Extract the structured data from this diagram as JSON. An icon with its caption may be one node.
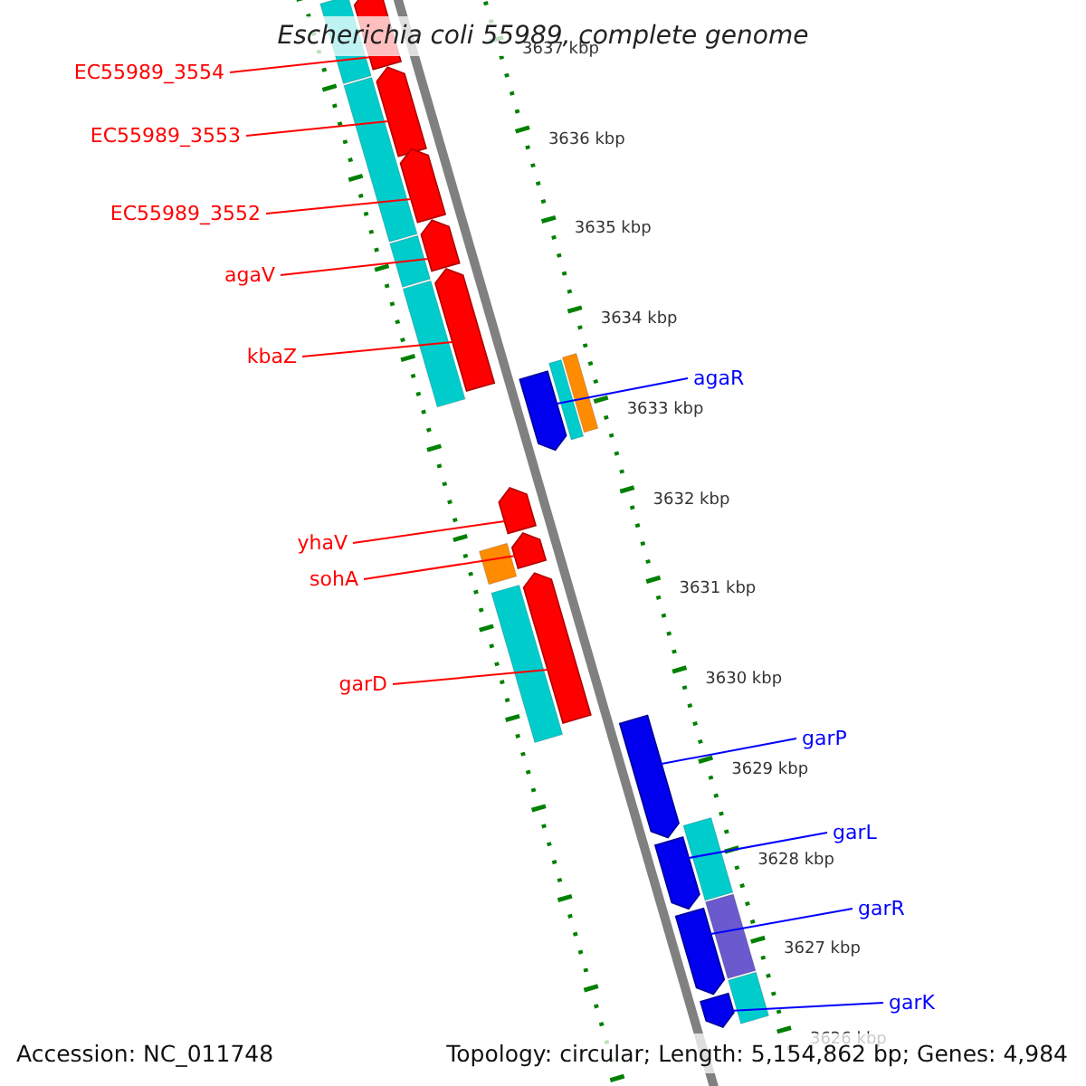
{
  "diagram": {
    "title": "Escherichia coli 55989, complete genome",
    "nodes": [
      {
        "text": [
          "EC55989_3554"
        ]
      },
      {
        "text": [
          "EC55989_3553"
        ]
      },
      {
        "text": [
          "EC55989_3552"
        ]
      },
      {
        "text": [
          "agaV"
        ]
      },
      {
        "text": [
          "kbaZ"
        ]
      },
      {
        "text": [
          "agaR"
        ]
      },
      {
        "text": [
          "yhaV"
        ]
      },
      {
        "text": [
          "sohA"
        ]
      },
      {
        "text": [
          "garD"
        ]
      },
      {
        "text": [
          "garP"
        ]
      },
      {
        "text": [
          "garL"
        ]
      },
      {
        "text": [
          "garR"
        ]
      },
      {
        "text": [
          "garK"
        ]
      },
      {
        "text": [],
        "shape": "arrow"
      },
      {
        "text": [],
        "shape": "arrow"
      },
      {
        "text": [],
        "shape": "arrow"
      },
      {
        "text": [],
        "shape": "arrow"
      },
      {
        "text": [],
        "shape": "arrow"
      },
      {
        "text": [],
        "shape": "arrow"
      },
      {
        "text": [],
        "shape": "arrow"
      },
      {
        "text": [],
        "shape": "arrow"
      },
      {
        "text": [],
        "shape": "arrow"
      },
      {
        "text": [],
        "shape": "arrow"
      },
      {
        "text": [],
        "shape": "arrow"
      },
      {
        "text": [],
        "shape": "arrow"
      },
      {
        "text": [],
        "shape": "arrow"
      },
      {
        "text": [],
        "shape": "bar"
      },
      {
        "text": [],
        "shape": "bar"
      },
      {
        "text": [],
        "shape": "bar"
      },
      {
        "text": [],
        "shape": "bar"
      },
      {
        "text": [],
        "shape": "bar"
      },
      {
        "text": [],
        "shape": "bar"
      },
      {
        "text": [],
        "shape": "bar"
      },
      {
        "text": [],
        "shape": "bar"
      },
      {
        "text": [],
        "shape": "bar"
      },
      {
        "text": [],
        "shape": "bar"
      },
      {
        "text": [],
        "shape": "bar"
      }
    ],
    "edges": [
      {
        "from": 0,
        "to": 13,
        "arrow": "none"
      },
      {
        "from": 1,
        "to": 14,
        "arrow": "none"
      },
      {
        "from": 2,
        "to": 15,
        "arrow": "none"
      },
      {
        "from": 3,
        "to": 16,
        "arrow": "none"
      },
      {
        "from": 4,
        "to": 17,
        "arrow": "none"
      },
      {
        "from": 5,
        "to": 18,
        "arrow": "none",
        "color": "#0000ff"
      },
      {
        "from": 6,
        "to": 19,
        "arrow": "none"
      },
      {
        "from": 7,
        "to": 20,
        "arrow": "none"
      },
      {
        "from": 8,
        "to": 21,
        "arrow": "none"
      },
      {
        "from": 9,
        "to": 22,
        "arrow": "none",
        "color": "#0000ff"
      },
      {
        "from": 10,
        "to": 23,
        "arrow": "none",
        "color": "#0000ff"
      },
      {
        "from": 11,
        "to": 24,
        "arrow": "none",
        "color": "#0000ff"
      },
      {
        "from": 12,
        "to": 25,
        "arrow": "none",
        "color": "#0000ff"
      }
    ],
    "labels": [
      "3637 kbp",
      "3636 kbp",
      "3635 kbp",
      "3634 kbp",
      "3633 kbp",
      "3632 kbp",
      "3631 kbp",
      "3630 kbp",
      "3629 kbp",
      "3628 kbp",
      "3627 kbp",
      "3626 kbp",
      "Accession: NC_011748",
      "Topology: circular; Length: 5,154,862 bp; Genes: 4,984"
    ]
  }
}
